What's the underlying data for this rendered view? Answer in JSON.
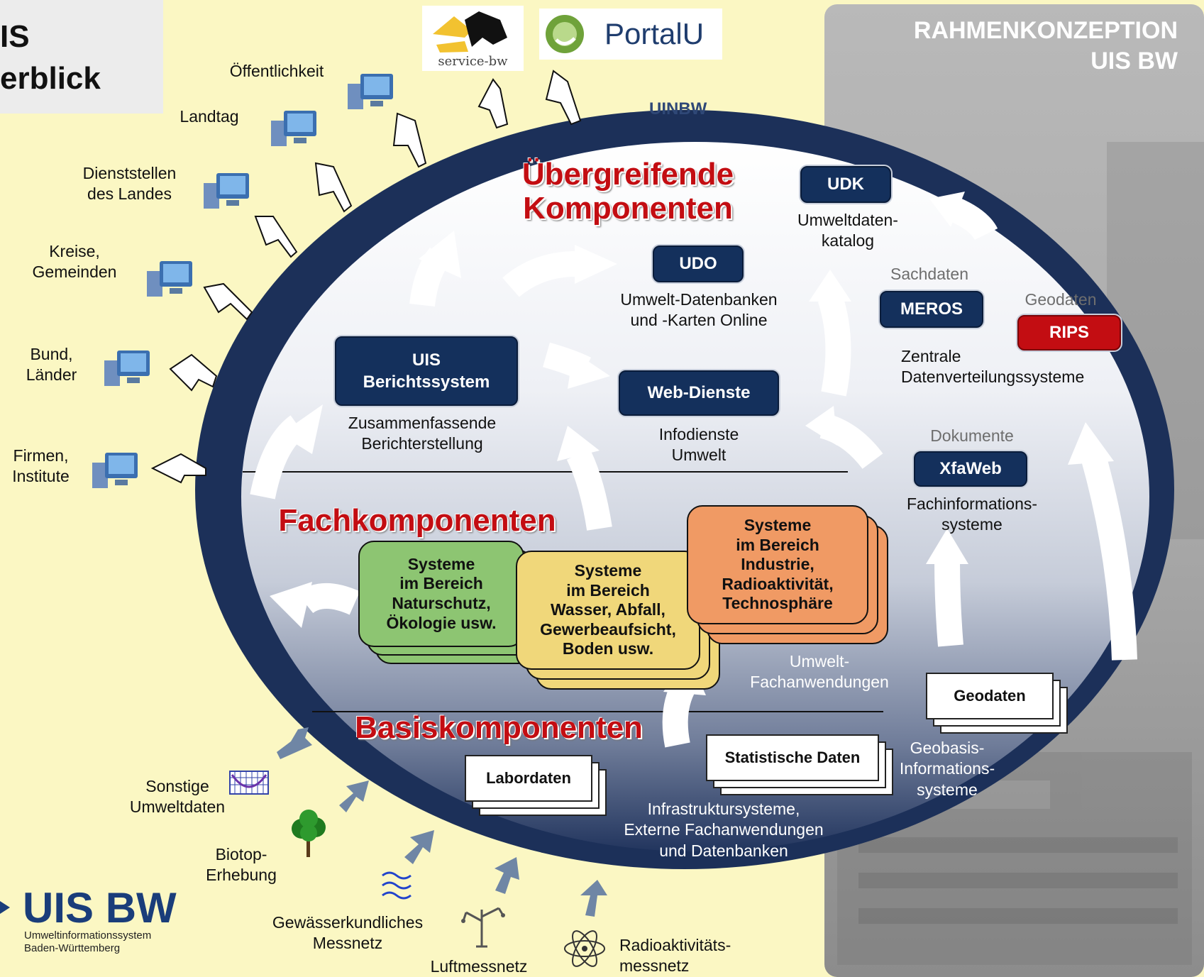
{
  "header": {
    "title_line1": "IS",
    "title_line2": "erblick",
    "corner_title": "RAHMENKONZEPTION\nUIS BW"
  },
  "portals": {
    "service_bw": "service-bw",
    "portal_u": "PortalU",
    "uinbw": "UINBW"
  },
  "audiences": [
    {
      "label": "Öffentlichkeit"
    },
    {
      "label": "Landtag"
    },
    {
      "label": "Dienststellen\ndes Landes"
    },
    {
      "label": "Kreise,\nGemeinden"
    },
    {
      "label": "Bund,\nLänder"
    },
    {
      "label": "Firmen,\nInstitute"
    }
  ],
  "section_titles": {
    "uebergreifend": "Übergreifende\nKomponenten",
    "fach": "Fachkomponenten",
    "basis": "Basiskomponenten"
  },
  "components": {
    "udk": {
      "label": "UDK",
      "caption": "Umweltdaten-\nkatalog"
    },
    "udo": {
      "label": "UDO",
      "caption": "Umwelt-Datenbanken\nund -Karten Online"
    },
    "sachdaten": "Sachdaten",
    "meros": {
      "label": "MEROS"
    },
    "geodaten_hdr": "Geodaten",
    "rips": {
      "label": "RIPS"
    },
    "zentral_caption": "Zentrale\nDatenverteilungssysteme",
    "uis_bericht": {
      "label": "UIS\nBerichtssystem",
      "caption": "Zusammenfassende\nBerichterstellung"
    },
    "webdienste": {
      "label": "Web-Dienste",
      "caption": "Infodienste\nUmwelt"
    },
    "dokumente": "Dokumente",
    "xfaweb": {
      "label": "XfaWeb",
      "caption": "Fachinformations-\nsysteme"
    }
  },
  "fach_systems": [
    {
      "label": "Systeme\nim Bereich\nNaturschutz,\nÖkologie usw.",
      "color": "#8dc572"
    },
    {
      "label": "Systeme\nim Bereich\nWasser, Abfall,\nGewerbeaufsicht,\nBoden usw.",
      "color": "#f0d77a"
    },
    {
      "label": "Systeme\nim Bereich\nIndustrie,\nRadioaktivität,\nTechnosphäre",
      "color": "#f09a64"
    }
  ],
  "fach_caption": "Umwelt-\nFachanwendungen",
  "basis": {
    "geodaten": "Geodaten",
    "geobasis_caption": "Geobasis-\nInformations-\nsysteme",
    "statistische": "Statistische Daten",
    "labordaten": "Labordaten",
    "infra_caption": "Infrastruktursysteme,\nExterne Fachanwendungen\nund Datenbanken"
  },
  "sources": [
    {
      "label": "Sonstige\nUmweltdaten",
      "icon": "chart-icon"
    },
    {
      "label": "Biotop-\nErhebung",
      "icon": "tree-icon"
    },
    {
      "label": "Gewässerkundliches\nMessnetz",
      "icon": "waves-icon"
    },
    {
      "label": "Luftmessnetz",
      "icon": "weather-station-icon"
    },
    {
      "label": "Radioaktivitäts-\nmessnetz",
      "icon": "atom-icon"
    }
  ],
  "logo": {
    "name": "UIS BW",
    "subtitle": "Umweltinformationssystem\nBaden-Württemberg"
  },
  "colors": {
    "background": "#fbf7c3",
    "ellipse_ring": "#1c3059",
    "box_navy": "#14305c",
    "accent_red": "#c30d12"
  }
}
